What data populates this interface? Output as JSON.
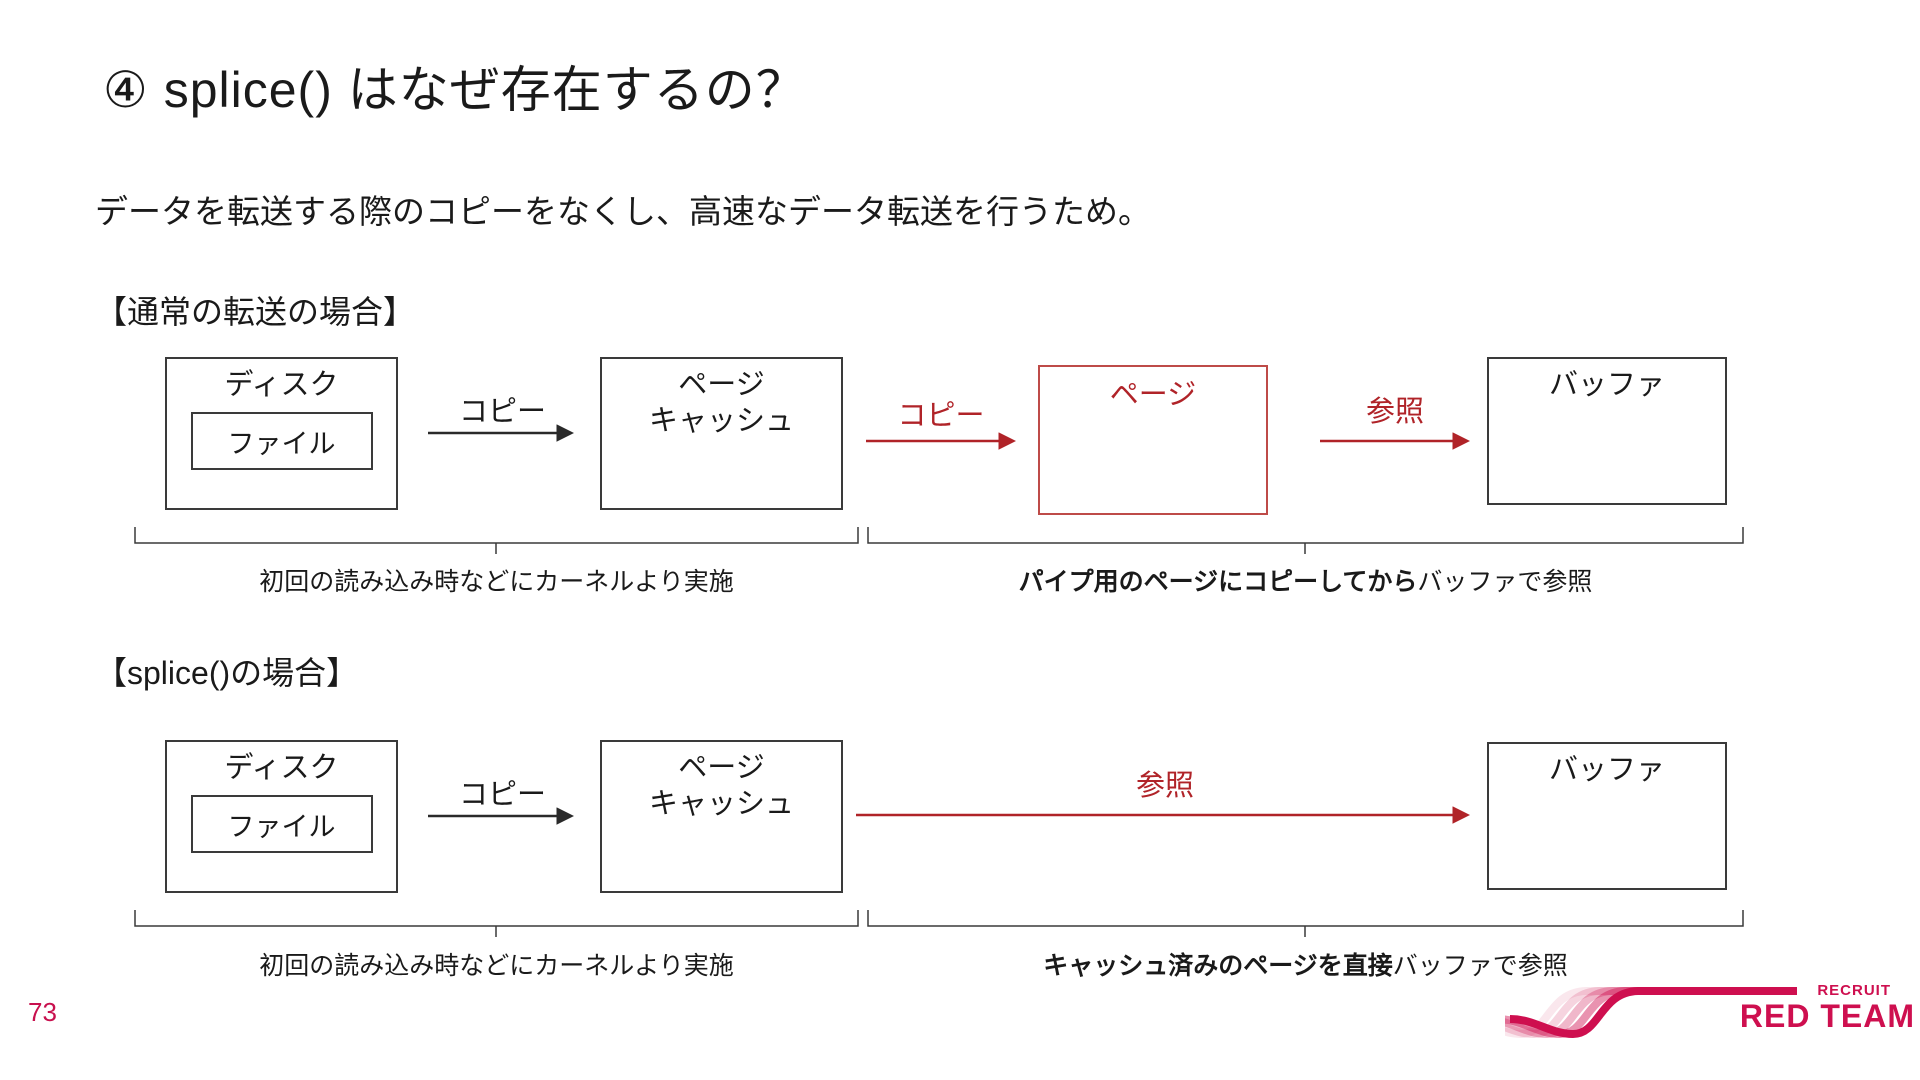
{
  "slide": {
    "title": "④ splice() はなぜ存在するの？",
    "subtitle": "データを転送する際のコピーをなくし、高速なデータ転送を行うため。",
    "page_number": "73"
  },
  "colors": {
    "red": "#B02328",
    "red_box_border": "#BE4B48",
    "box_border": "#3A3A3A",
    "brand_red": "#CE0F4F"
  },
  "normal_case": {
    "heading": "【通常の転送の場合】",
    "disk_label": "ディスク",
    "file_label": "ファイル",
    "page_cache_line1": "ページ",
    "page_cache_line2": "キャッシュ",
    "copy_arrow1_label": "コピー",
    "copy_arrow2_label": "コピー",
    "page_label": "ページ",
    "ref_arrow_label": "参照",
    "buffer_label": "バッファ",
    "caption_left": "初回の読み込み時などにカーネルより実施",
    "caption_right_bold": "パイプ用のページにコピーしてから",
    "caption_right_rest": "バッファで参照"
  },
  "splice_case": {
    "heading": "【splice()の場合】",
    "disk_label": "ディスク",
    "file_label": "ファイル",
    "page_cache_line1": "ページ",
    "page_cache_line2": "キャッシュ",
    "copy_arrow_label": "コピー",
    "ref_arrow_label": "参照",
    "buffer_label": "バッファ",
    "caption_left": "初回の読み込み時などにカーネルより実施",
    "caption_right_bold": "キャッシュ済みのページを直接",
    "caption_right_rest": "バッファで参照"
  },
  "logo": {
    "brand": "RECRUIT",
    "team": "RED TEAM"
  }
}
